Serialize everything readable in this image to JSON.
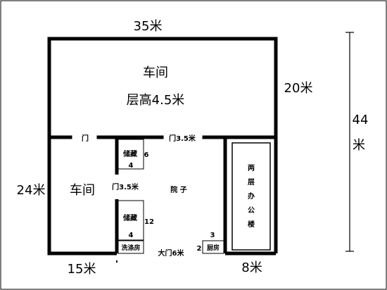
{
  "dimensions": {
    "top_width": "35米",
    "top_height": "20米",
    "total_height_num": "44",
    "total_height_unit": "米",
    "left_height": "24米",
    "bottom_left": "15米",
    "bottom_right": "8米"
  },
  "top_workshop": {
    "name": "车间",
    "height": "层高4.5米"
  },
  "doors": {
    "left_door": "门",
    "middle_door": "门3.5米",
    "inner_door": "门3.5米",
    "main_gate": "大门6米"
  },
  "left_workshop": {
    "name": "车间"
  },
  "courtyard": {
    "name": "院 子"
  },
  "storage_upper": {
    "name": "储藏",
    "num_side": "6",
    "num_bottom": "4"
  },
  "storage_lower": {
    "name": "储藏",
    "num_side": "12",
    "num_bottom": "4"
  },
  "laundry": {
    "name": "洗涤房"
  },
  "kitchen": {
    "name": "厨房",
    "num_left": "2",
    "num_top": "3"
  },
  "office": {
    "chars": [
      "两",
      "层",
      "办",
      "公",
      "楼"
    ]
  }
}
